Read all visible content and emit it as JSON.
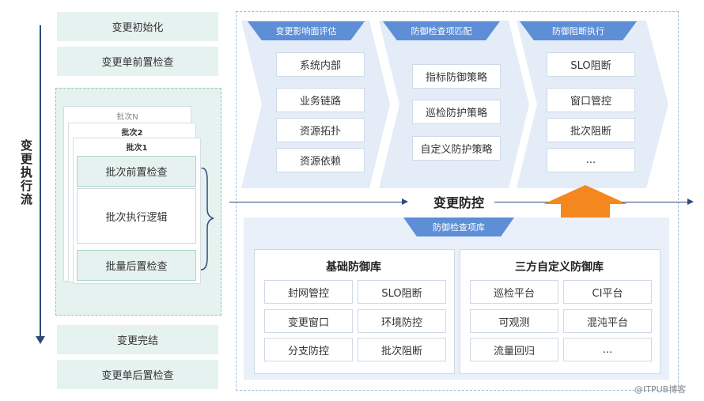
{
  "left": {
    "vertical_label": "变更执行流",
    "steps_top": [
      "变更初始化",
      "变更单前置检查"
    ],
    "batches": {
      "cards": [
        "批次N",
        "批次2",
        "批次1"
      ],
      "inner": [
        "批次前置检查",
        "批次执行逻辑",
        "批量后置检查"
      ]
    },
    "steps_bottom": [
      "变更完结",
      "变更单后置检查"
    ]
  },
  "columns": [
    {
      "tab": "变更影响面评估",
      "items": [
        "系统内部",
        "业务链路",
        "资源拓扑",
        "资源依赖"
      ]
    },
    {
      "tab": "防御检查项匹配",
      "items": [
        "指标防御策略",
        "巡检防护策略",
        "自定义防护策略"
      ]
    },
    {
      "tab": "防御阻断执行",
      "items": [
        "SLO阻断",
        "窗口管控",
        "批次阻断",
        "..."
      ]
    }
  ],
  "center_title": "变更防控",
  "library": {
    "tab": "防御检查项库",
    "basic": {
      "title": "基础防御库",
      "items": [
        "封网管控",
        "SLO阻断",
        "变更窗口",
        "环境防控",
        "分支防控",
        "批次阻断"
      ]
    },
    "third": {
      "title": "三方自定义防御库",
      "items": [
        "巡检平台",
        "CI平台",
        "可观测",
        "混沌平台",
        "流量回归",
        "..."
      ]
    }
  },
  "colors": {
    "green_fill": "#e6f2ef",
    "blue_tab": "#5d8ed6",
    "panel_blue": "#e9f0fa",
    "arrow_orange": "#f5871f",
    "line_navy": "#2e4a7a"
  },
  "watermark": "@ITPUB博客"
}
